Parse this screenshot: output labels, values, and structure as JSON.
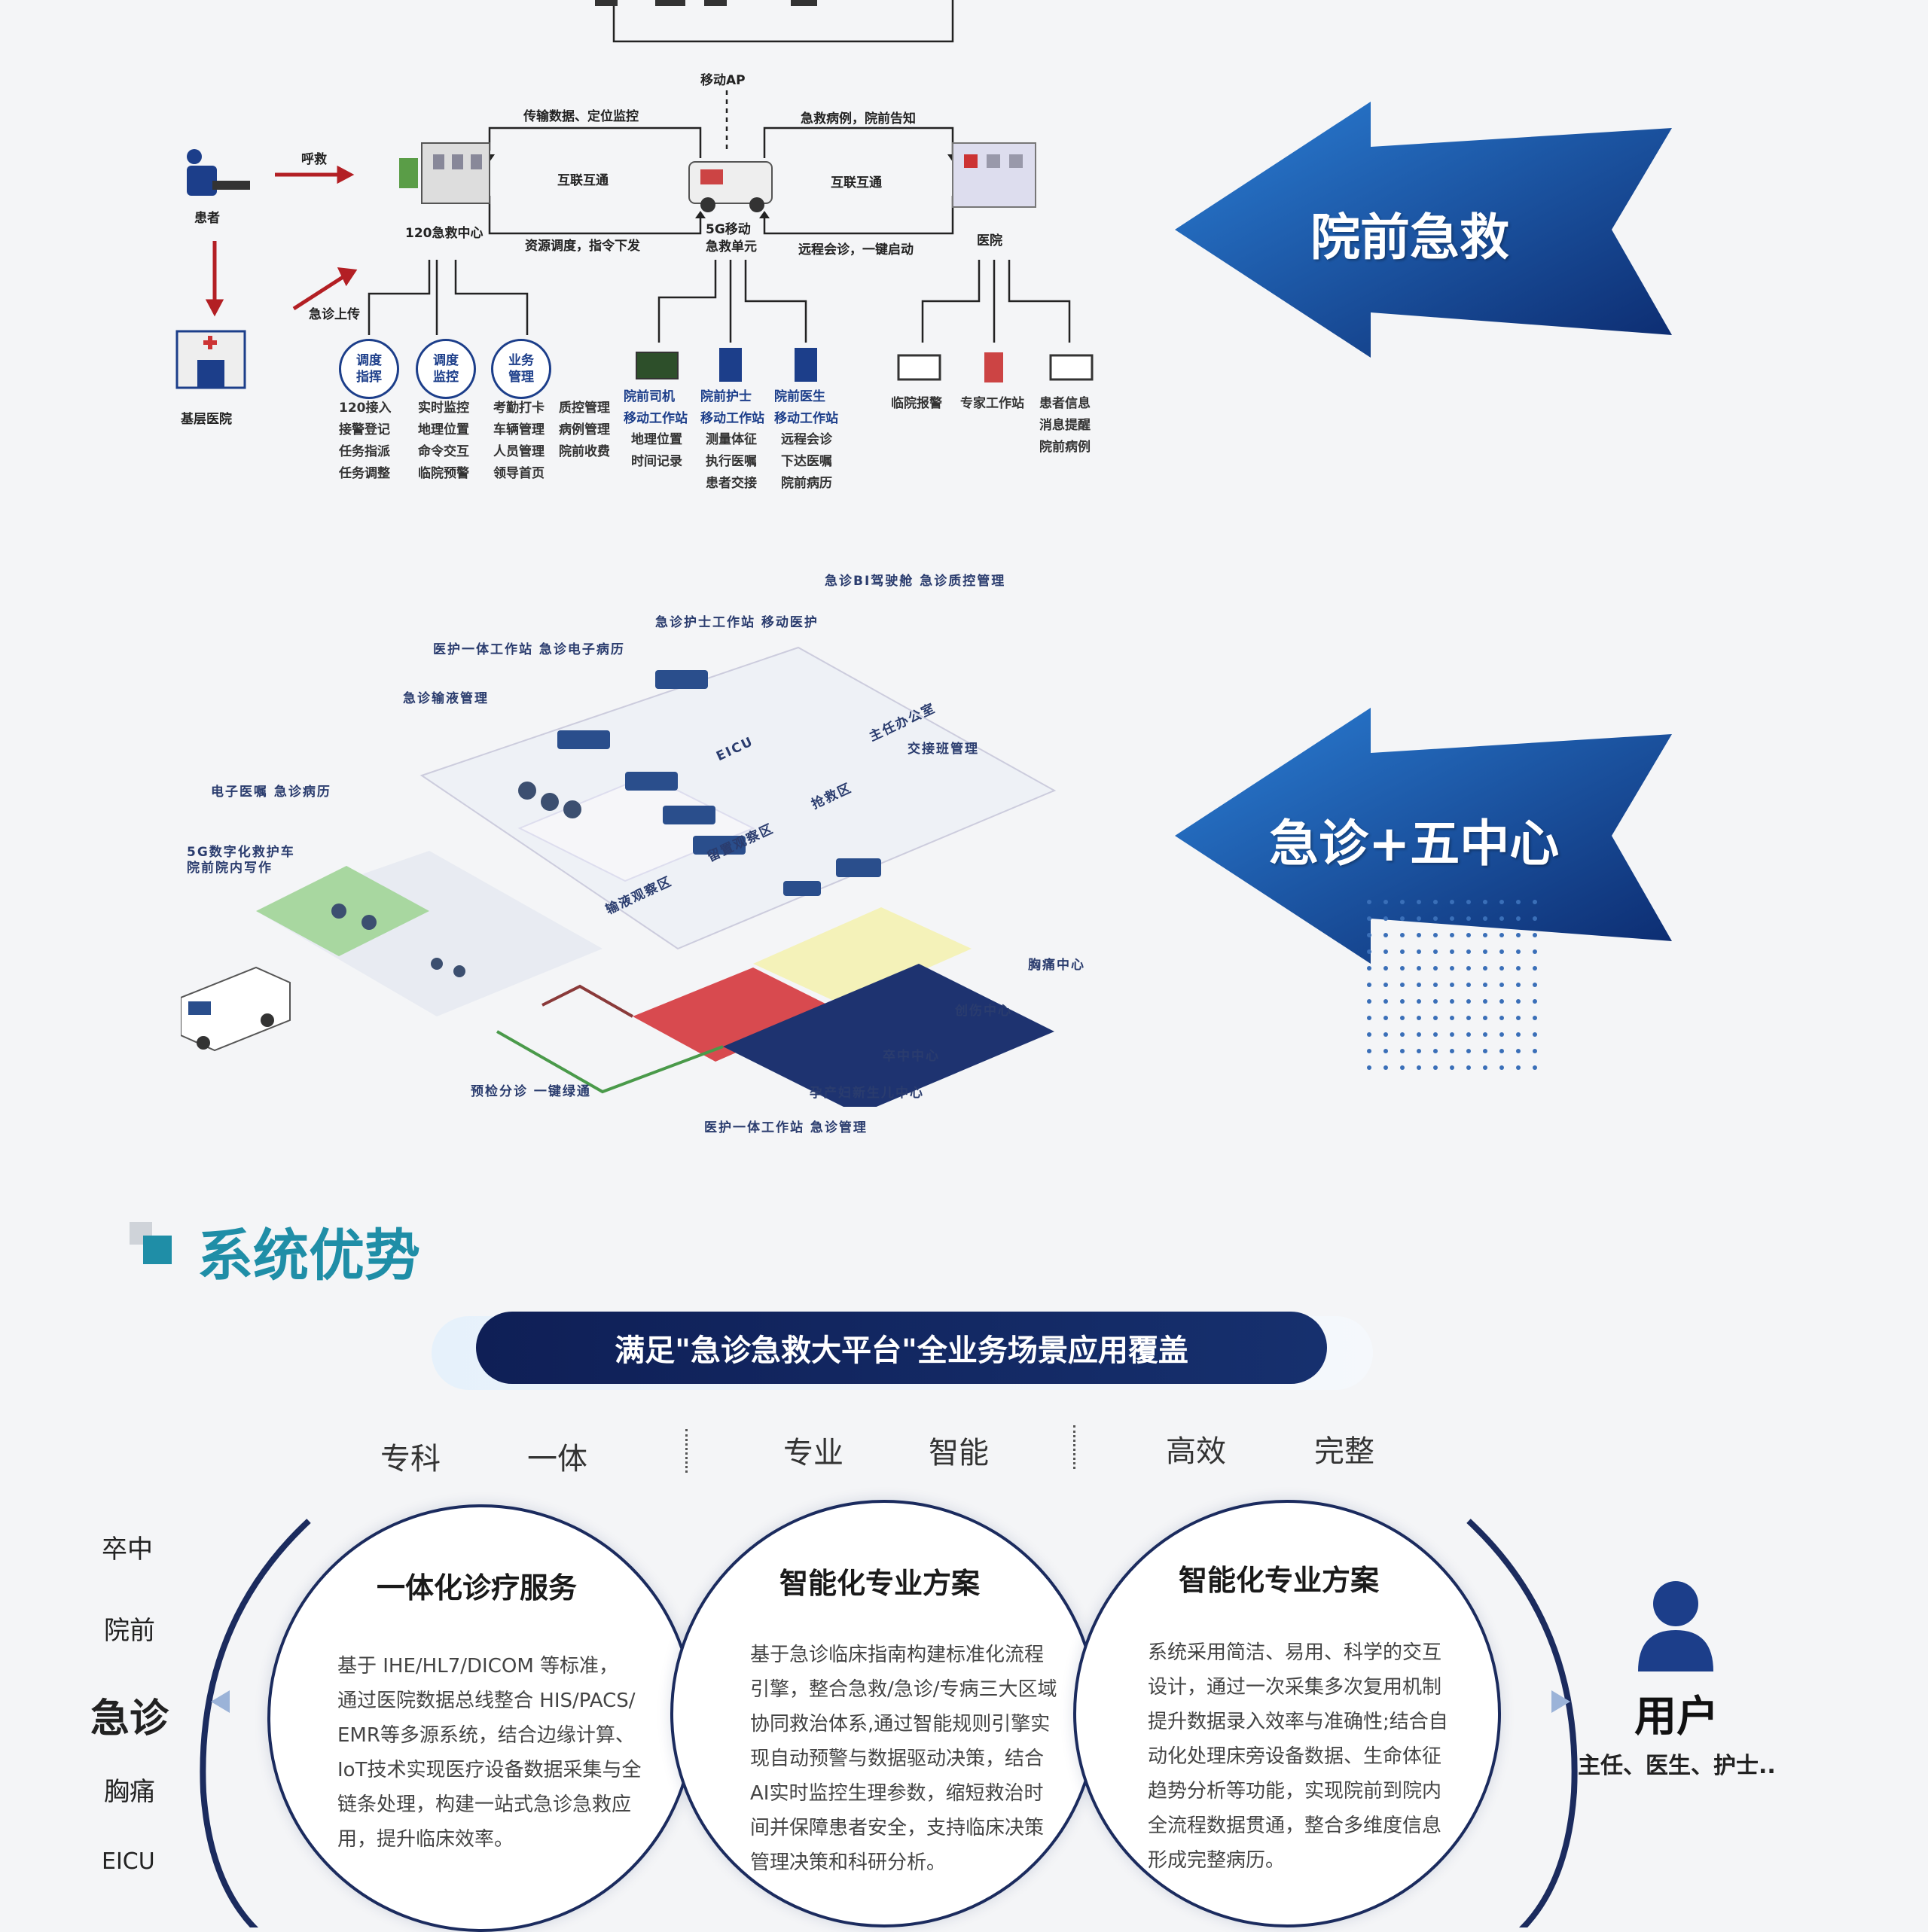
{
  "topDiagram": {
    "mobileAP": "移动AP",
    "transmitMonitor": "传输数据、定位监控",
    "emergencyCase": "急救病例，院前告知",
    "interconnect1": "互联互通",
    "interconnect2": "互联互通",
    "resourceDispatch": "资源调度，指令下发",
    "remoteConsult": "远程会诊，一键启动",
    "patient": "患者",
    "call": "呼救",
    "center120": "120急救中心",
    "unit5g": [
      "5G移动",
      "急救单元"
    ],
    "hospital": "医院",
    "emergencyUpload": "急诊上传",
    "basicHospital": "基层医院",
    "circles": [
      {
        "label": [
          "调度",
          "指挥"
        ],
        "items": [
          "120接入",
          "接警登记",
          "任务指派",
          "任务调整"
        ]
      },
      {
        "label": [
          "调度",
          "监控"
        ],
        "items": [
          "实时监控",
          "地理位置",
          "命令交互",
          "临院预警"
        ]
      },
      {
        "label": [
          "业务",
          "管理"
        ],
        "items": [
          "考勤打卡",
          "车辆管理",
          "人员管理",
          "领导首页"
        ]
      }
    ],
    "qualityCol": [
      "质控管理",
      "病例管理",
      "院前收费"
    ],
    "workstations": [
      {
        "title": [
          "院前司机",
          "移动工作站"
        ],
        "items": [
          "地理位置",
          "时间记录"
        ]
      },
      {
        "title": [
          "院前护士",
          "移动工作站"
        ],
        "items": [
          "测量体征",
          "执行医嘱",
          "患者交接"
        ]
      },
      {
        "title": [
          "院前医生",
          "移动工作站"
        ],
        "items": [
          "远程会诊",
          "下达医嘱",
          "院前病历"
        ]
      }
    ],
    "hospitalSide": [
      {
        "title": "临院报警",
        "items": []
      },
      {
        "title": "专家工作站",
        "items": []
      },
      {
        "title": "患者信息",
        "items": [
          "消息提醒",
          "院前病例"
        ]
      }
    ]
  },
  "isoDiagram": {
    "labels": [
      "急诊BI驾驶舱 急诊质控管理",
      "急诊护士工作站 移动医护",
      "医护一体工作站 急诊电子病历",
      "急诊输液管理",
      "主任办公室",
      "交接班管理",
      "EICU",
      "电子医嘱 急诊病历",
      "抢救区",
      "5G数字化救护车",
      "院前院内写作",
      "留置观察区",
      "输液观察区",
      "胸痛中心",
      "创伤中心",
      "卒中中心",
      "孕产妇新生儿中心",
      "预检分诊 一键绿通",
      "医护一体工作站 急诊管理"
    ]
  },
  "arrows": {
    "preHospital": "院前急救",
    "emergency": "急诊+五中心"
  },
  "advantage": {
    "sectionTitle": "系统优势",
    "banner": "满足\"急诊急救大平台\"全业务场景应用覆盖",
    "tags": [
      "专科",
      "一体",
      "专业",
      "智能",
      "高效",
      "完整"
    ],
    "leftItems": [
      "卒中",
      "院前",
      "急诊",
      "胸痛",
      "EICU"
    ],
    "circles": [
      {
        "title": "一体化诊疗服务",
        "lines": [
          "基于 IHE/HL7/DICOM 等标准，",
          "通过医院数据总线整合 HIS/PACS/",
          "EMR等多源系统，结合边缘计算、",
          "IoT技术实现医疗设备数据采集与全",
          "链条处理，构建一站式急诊急救应",
          "用，提升临床效率。"
        ]
      },
      {
        "title": "智能化专业方案",
        "lines": [
          "基于急诊临床指南构建标准化流程",
          "引擎，整合急救/急诊/专病三大区域",
          "协同救治体系,通过智能规则引擎实",
          "现自动预警与数据驱动决策，结合",
          "AI实时监控生理参数，缩短救治时",
          "间并保障患者安全，支持临床决策",
          "管理决策和科研分析。"
        ]
      },
      {
        "title": "智能化专业方案",
        "lines": [
          "系统采用简洁、易用、科学的交互",
          "设计，通过一次采集多次复用机制",
          "提升数据录入效率与准确性;结合自",
          "动化处理床旁设备数据、生命体征",
          "趋势分析等功能，实现院前到院内",
          "全流程数据贯通，整合多维度信息",
          "形成完整病历。"
        ]
      }
    ],
    "user": {
      "title": "用户",
      "roles": "主任、医生、护士.."
    }
  }
}
